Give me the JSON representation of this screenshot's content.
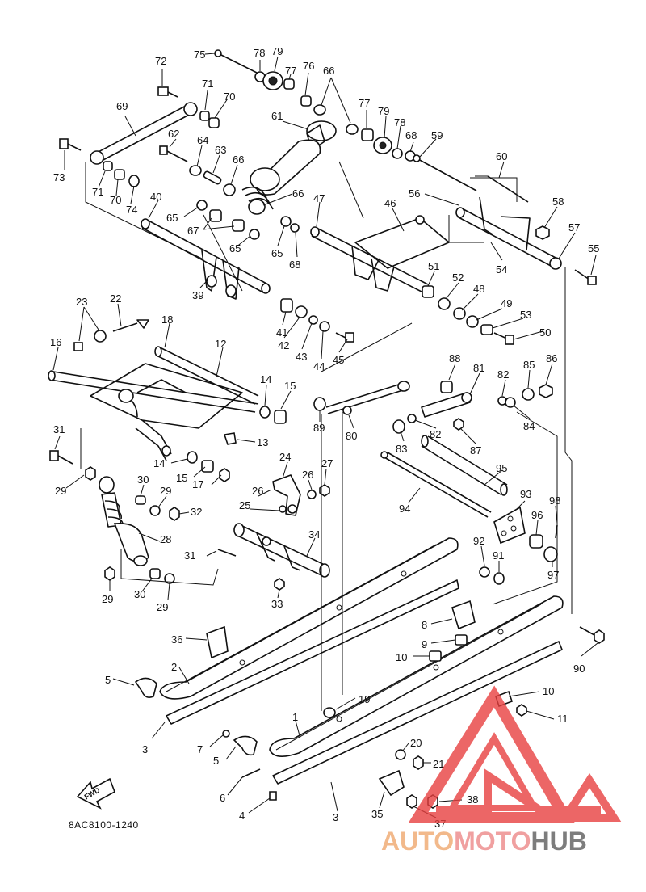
{
  "diagram": {
    "drawing_code": "8AC8100-1240",
    "fwd_arrow_text": "FWD",
    "watermark": {
      "part1": "AUTO",
      "part2": "MOTO",
      "part3": "HUB",
      "color_part1": "#f2b98b",
      "color_part2": "#f0a0a0",
      "color_part3": "#7d7d7d",
      "triangle_color": "#e84040"
    },
    "callouts": [
      {
        "id": "c75",
        "text": "75"
      },
      {
        "id": "c78a",
        "text": "78"
      },
      {
        "id": "c79a",
        "text": "79"
      },
      {
        "id": "c72",
        "text": "72"
      },
      {
        "id": "c77a",
        "text": "77"
      },
      {
        "id": "c76",
        "text": "76"
      },
      {
        "id": "c66a",
        "text": "66"
      },
      {
        "id": "c71a",
        "text": "71"
      },
      {
        "id": "c70a",
        "text": "70"
      },
      {
        "id": "c69",
        "text": "69"
      },
      {
        "id": "c61",
        "text": "61"
      },
      {
        "id": "c77b",
        "text": "77"
      },
      {
        "id": "c79b",
        "text": "79"
      },
      {
        "id": "c78b",
        "text": "78"
      },
      {
        "id": "c68a",
        "text": "68"
      },
      {
        "id": "c59",
        "text": "59"
      },
      {
        "id": "c62",
        "text": "62"
      },
      {
        "id": "c64",
        "text": "64"
      },
      {
        "id": "c63",
        "text": "63"
      },
      {
        "id": "c66b",
        "text": "66"
      },
      {
        "id": "c73",
        "text": "73"
      },
      {
        "id": "c71b",
        "text": "71"
      },
      {
        "id": "c70b",
        "text": "70"
      },
      {
        "id": "c74",
        "text": "74"
      },
      {
        "id": "c60",
        "text": "60"
      },
      {
        "id": "c40",
        "text": "40"
      },
      {
        "id": "c66c",
        "text": "66"
      },
      {
        "id": "c47",
        "text": "47"
      },
      {
        "id": "c46",
        "text": "46"
      },
      {
        "id": "c56",
        "text": "56"
      },
      {
        "id": "c58",
        "text": "58"
      },
      {
        "id": "c65a",
        "text": "65"
      },
      {
        "id": "c67",
        "text": "67"
      },
      {
        "id": "c65b",
        "text": "65"
      },
      {
        "id": "c65c",
        "text": "65"
      },
      {
        "id": "c68b",
        "text": "68"
      },
      {
        "id": "c57",
        "text": "57"
      },
      {
        "id": "c55",
        "text": "55"
      },
      {
        "id": "c54",
        "text": "54"
      },
      {
        "id": "c51",
        "text": "51"
      },
      {
        "id": "c52",
        "text": "52"
      },
      {
        "id": "c48",
        "text": "48"
      },
      {
        "id": "c39",
        "text": "39"
      },
      {
        "id": "c49",
        "text": "49"
      },
      {
        "id": "c53",
        "text": "53"
      },
      {
        "id": "c23",
        "text": "23"
      },
      {
        "id": "c22",
        "text": "22"
      },
      {
        "id": "c41",
        "text": "41"
      },
      {
        "id": "c42",
        "text": "42"
      },
      {
        "id": "c43",
        "text": "43"
      },
      {
        "id": "c44",
        "text": "44"
      },
      {
        "id": "c45",
        "text": "45"
      },
      {
        "id": "c50",
        "text": "50"
      },
      {
        "id": "c18",
        "text": "18"
      },
      {
        "id": "c12",
        "text": "12"
      },
      {
        "id": "c16",
        "text": "16"
      },
      {
        "id": "c88",
        "text": "88"
      },
      {
        "id": "c81",
        "text": "81"
      },
      {
        "id": "c82a",
        "text": "82"
      },
      {
        "id": "c85",
        "text": "85"
      },
      {
        "id": "c86",
        "text": "86"
      },
      {
        "id": "c14a",
        "text": "14"
      },
      {
        "id": "c15a",
        "text": "15"
      },
      {
        "id": "c84",
        "text": "84"
      },
      {
        "id": "c89",
        "text": "89"
      },
      {
        "id": "c80",
        "text": "80"
      },
      {
        "id": "c82b",
        "text": "82"
      },
      {
        "id": "c87",
        "text": "87"
      },
      {
        "id": "c83",
        "text": "83"
      },
      {
        "id": "c31a",
        "text": "31"
      },
      {
        "id": "c13",
        "text": "13"
      },
      {
        "id": "c14b",
        "text": "14"
      },
      {
        "id": "c24",
        "text": "24"
      },
      {
        "id": "c26a",
        "text": "26"
      },
      {
        "id": "c27",
        "text": "27"
      },
      {
        "id": "c95",
        "text": "95"
      },
      {
        "id": "c15b",
        "text": "15"
      },
      {
        "id": "c17",
        "text": "17"
      },
      {
        "id": "c29a",
        "text": "29"
      },
      {
        "id": "c30a",
        "text": "30"
      },
      {
        "id": "c29b",
        "text": "29"
      },
      {
        "id": "c26b",
        "text": "26"
      },
      {
        "id": "c25",
        "text": "25"
      },
      {
        "id": "c32",
        "text": "32"
      },
      {
        "id": "c94",
        "text": "94"
      },
      {
        "id": "c93",
        "text": "93"
      },
      {
        "id": "c98",
        "text": "98"
      },
      {
        "id": "c96",
        "text": "96"
      },
      {
        "id": "c34",
        "text": "34"
      },
      {
        "id": "c28",
        "text": "28"
      },
      {
        "id": "c92",
        "text": "92"
      },
      {
        "id": "c91",
        "text": "91"
      },
      {
        "id": "c97",
        "text": "97"
      },
      {
        "id": "c31b",
        "text": "31"
      },
      {
        "id": "c29c",
        "text": "29"
      },
      {
        "id": "c30b",
        "text": "30"
      },
      {
        "id": "c29d",
        "text": "29"
      },
      {
        "id": "c33",
        "text": "33"
      },
      {
        "id": "c8",
        "text": "8"
      },
      {
        "id": "c36",
        "text": "36"
      },
      {
        "id": "c9",
        "text": "9"
      },
      {
        "id": "c90",
        "text": "90"
      },
      {
        "id": "c2",
        "text": "2"
      },
      {
        "id": "c10a",
        "text": "10"
      },
      {
        "id": "c5a",
        "text": "5"
      },
      {
        "id": "c10b",
        "text": "10"
      },
      {
        "id": "c19",
        "text": "19"
      },
      {
        "id": "c11",
        "text": "11"
      },
      {
        "id": "c1",
        "text": "1"
      },
      {
        "id": "c3a",
        "text": "3"
      },
      {
        "id": "c7",
        "text": "7"
      },
      {
        "id": "c20",
        "text": "20"
      },
      {
        "id": "c5b",
        "text": "5"
      },
      {
        "id": "c21",
        "text": "21"
      },
      {
        "id": "c6",
        "text": "6"
      },
      {
        "id": "c38",
        "text": "38"
      },
      {
        "id": "c4",
        "text": "4"
      },
      {
        "id": "c3b",
        "text": "3"
      },
      {
        "id": "c35",
        "text": "35"
      },
      {
        "id": "c37",
        "text": "37"
      }
    ]
  }
}
